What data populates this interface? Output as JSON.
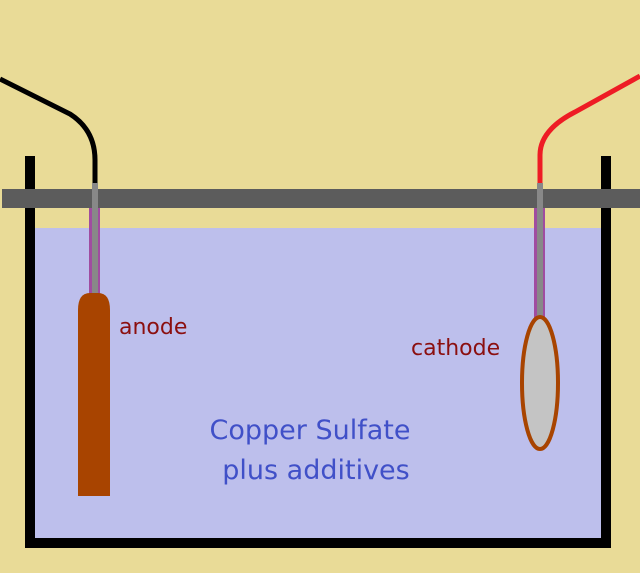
{
  "labels": {
    "anode": "anode",
    "cathode": "cathode",
    "solution_line1": "Copper Sulfate",
    "solution_line2": "plus additives"
  },
  "colors": {
    "background": "#e9db97",
    "solution": "#bdbfec",
    "tank": "#000000",
    "support_bar": "#5c5c5c",
    "anode": "#a84400",
    "cathode_fill": "#c4c4c4",
    "cathode_outline": "#a84400",
    "rod": "#888888",
    "rod_sheath": "#a04ca0",
    "anode_wire": "#000000",
    "cathode_wire": "#ee1c24",
    "electrode_label": "#8b0f0f",
    "solution_label": "#4050c8"
  }
}
